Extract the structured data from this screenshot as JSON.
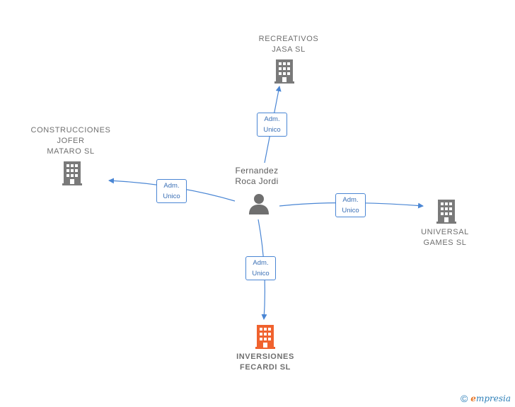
{
  "person": {
    "name": "Fernandez\nRoca Jordi"
  },
  "companies": {
    "top": "RECREATIVOS\nJASA  SL",
    "left": "CONSTRUCCIONES\nJOFER\nMATARO  SL",
    "right": "UNIVERSAL\nGAMES  SL",
    "bottom": "INVERSIONES\nFECARDI  SL"
  },
  "edges": {
    "top": {
      "line1": "Adm.",
      "line2": "Unico"
    },
    "left": {
      "line1": "Adm.",
      "line2": "Unico"
    },
    "right": {
      "line1": "Adm.",
      "line2": "Unico"
    },
    "bottom": {
      "line1": "Adm.",
      "line2": "Unico"
    }
  },
  "colors": {
    "edge": "#4a86d4",
    "building": "#7a7a7a",
    "focus_building": "#f0622e"
  },
  "footer": {
    "copyright": "©",
    "brand_initial": "e",
    "brand_rest": "mpresia"
  }
}
